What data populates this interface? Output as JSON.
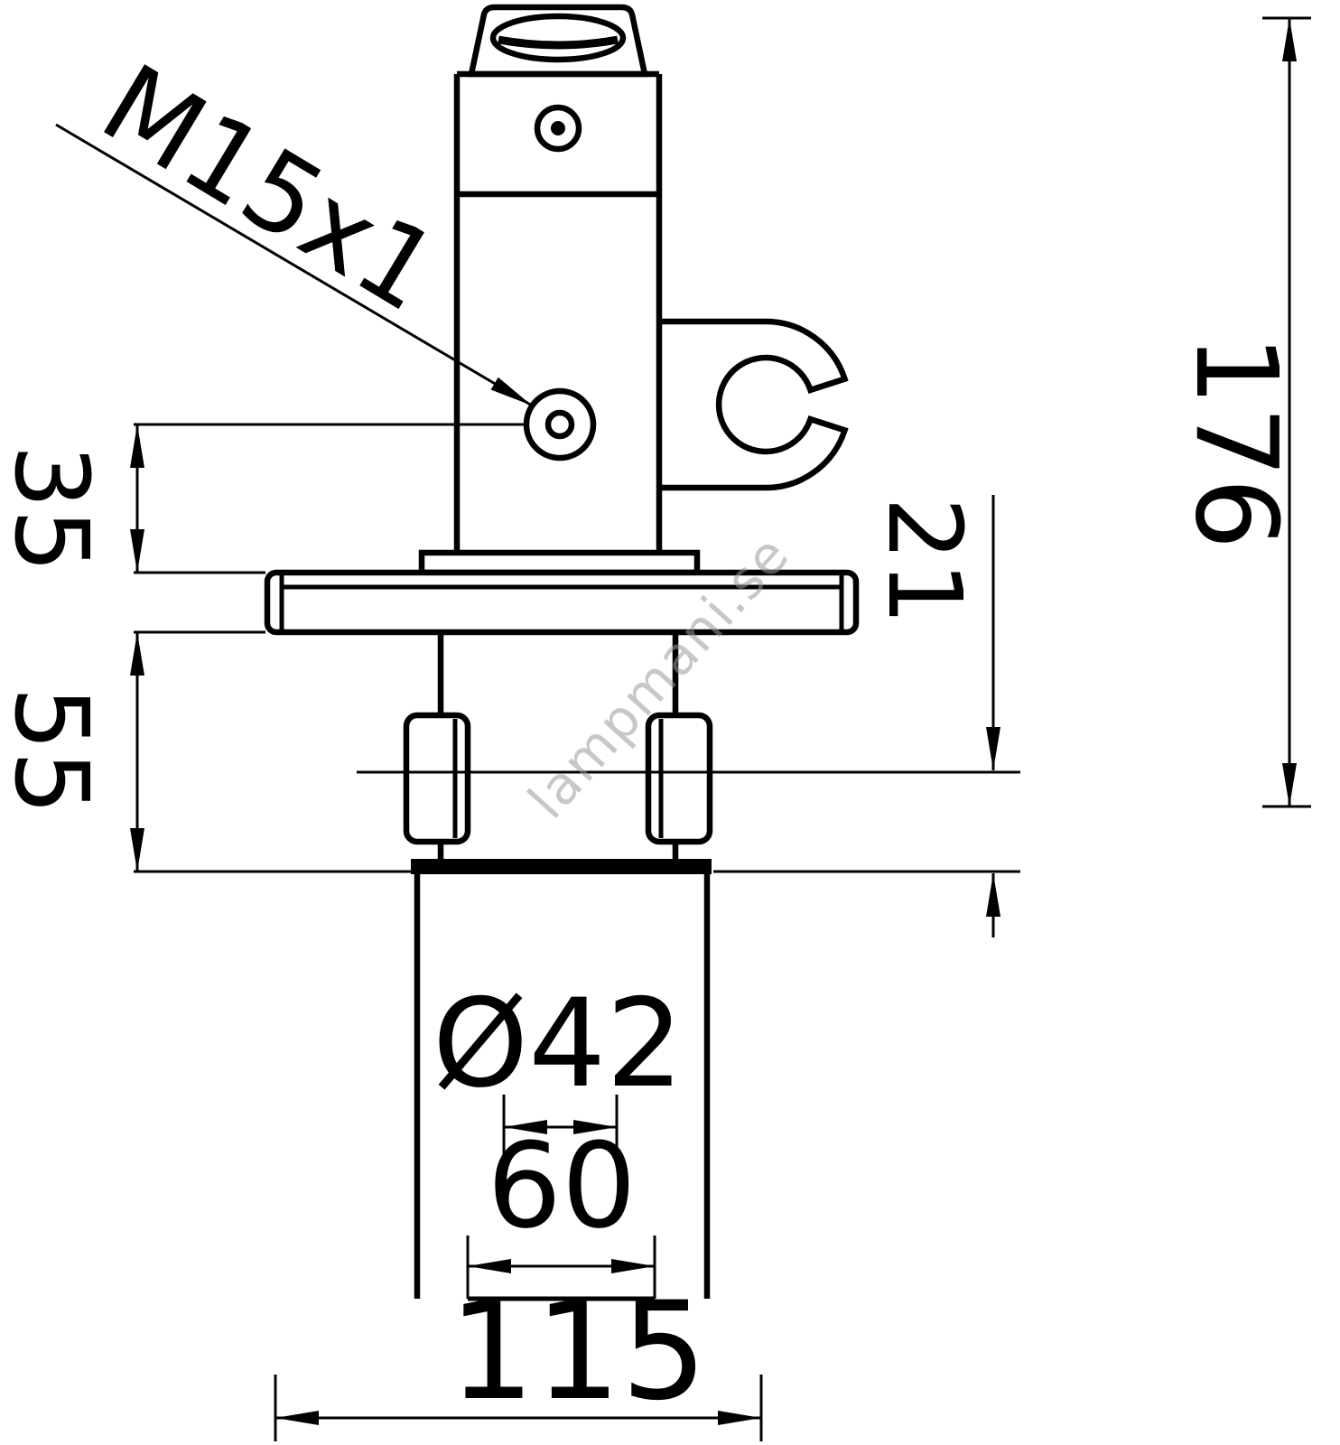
{
  "drawing": {
    "title": "shower-bracket-technical-drawing",
    "labels": {
      "thread": "M15x1",
      "total_height": "176",
      "dim_top": "35",
      "dim_mid": "55",
      "dim_offset": "21",
      "diameter": "Ø42",
      "dim_60": "60",
      "dim_115": "115"
    },
    "watermark": "lampmani.se",
    "colors": {
      "line": "#000000",
      "watermark": "#9a9a9a",
      "background": "#ffffff"
    }
  }
}
